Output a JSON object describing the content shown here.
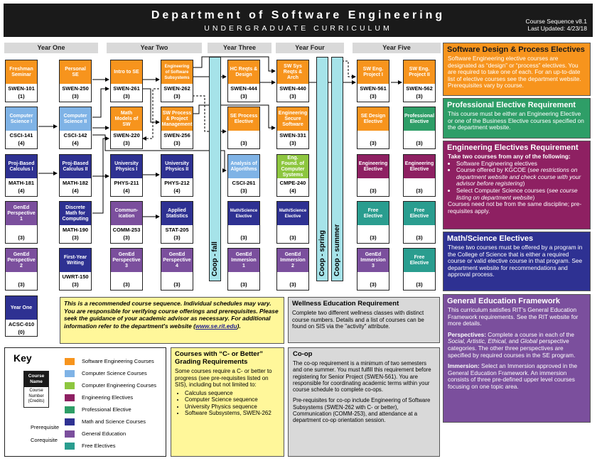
{
  "header": {
    "title": "Department of Software Engineering",
    "subtitle": "UNDERGRADUATE CURRICULUM",
    "sequence": "Course Sequence v8.1",
    "updated": "Last Updated: 4/23/18"
  },
  "years": [
    "Year One",
    "Year Two",
    "Year Three",
    "Year Four",
    "Year Five"
  ],
  "courses": {
    "c1": {
      "name": "Freshman Seminar",
      "num": "SWEN-101",
      "cred": "(1)"
    },
    "c2": {
      "name": "Computer Science I",
      "num": "CSCI-141",
      "cred": "(4)"
    },
    "c3": {
      "name": "Proj-Based Calculus I",
      "num": "MATH-181",
      "cred": "(4)"
    },
    "c4": {
      "name": "GenEd Perspective 1",
      "num": "",
      "cred": "(3)"
    },
    "c5": {
      "name": "GenEd Perspective 2",
      "num": "",
      "cred": "(3)"
    },
    "c6": {
      "name": "Year One",
      "num": "ACSC-010",
      "cred": "(0)"
    },
    "c7": {
      "name": "Personal SE",
      "num": "SWEN-250",
      "cred": "(3)"
    },
    "c8": {
      "name": "Computer Science II",
      "num": "CSCI-142",
      "cred": "(4)"
    },
    "c9": {
      "name": "Proj-Based Calculus II",
      "num": "MATH-182",
      "cred": "(4)"
    },
    "c10": {
      "name": "Discrete Math for Computing",
      "num": "MATH-190",
      "cred": "(3)"
    },
    "c11": {
      "name": "First-Year Writing",
      "num": "UWRT-150",
      "cred": "(3)"
    },
    "c12": {
      "name": "Intro to SE",
      "num": "SWEN-261",
      "cred": "(3)"
    },
    "c13": {
      "name": "Math Models of SW",
      "num": "SWEN-220",
      "cred": "(3)"
    },
    "c14": {
      "name": "University Physics I",
      "num": "PHYS-211",
      "cred": "(4)"
    },
    "c15": {
      "name": "Commun-ication",
      "num": "COMM-253",
      "cred": "(3)"
    },
    "c16": {
      "name": "GenEd Perspective 3",
      "num": "",
      "cred": "(3)"
    },
    "c17": {
      "name": "Engineering of Software Subsystems",
      "num": "SWEN-262",
      "cred": "(3)"
    },
    "c18": {
      "name": "SW Process & Project Management",
      "num": "SWEN-256",
      "cred": "(3)"
    },
    "c19": {
      "name": "University Physics II",
      "num": "PHYS-212",
      "cred": "(4)"
    },
    "c20": {
      "name": "Applied Statistics",
      "num": "STAT-205",
      "cred": "(3)"
    },
    "c21": {
      "name": "GenEd Perspective 4",
      "num": "",
      "cred": "(3)"
    },
    "c22": {
      "name": "HC Reqts & Design",
      "num": "SWEN-444",
      "cred": "(3)"
    },
    "c23": {
      "name": "SE Process Elective",
      "num": "",
      "cred": "(3)"
    },
    "c24": {
      "name": "Analysis of Algorithms",
      "num": "CSCI-261",
      "cred": "(3)"
    },
    "c25": {
      "name": "Math/Science Elective",
      "num": "",
      "cred": "(3)"
    },
    "c26": {
      "name": "GenEd Immersion 1",
      "num": "",
      "cred": "(3)"
    },
    "c27": {
      "name": "SW Sys Reqts & Arch",
      "num": "SWEN-440",
      "cred": "(3)"
    },
    "c28": {
      "name": "Engineering Secure Software",
      "num": "SWEN-331",
      "cred": "(3)"
    },
    "c29": {
      "name": "Eng. Found. of Computer Systems",
      "num": "CMPE-240",
      "cred": "(4)"
    },
    "c30": {
      "name": "Math/Science Elective",
      "num": "",
      "cred": "(3)"
    },
    "c31": {
      "name": "GenEd Immersion 2",
      "num": "",
      "cred": "(3)"
    },
    "c32": {
      "name": "SW Eng. Project I",
      "num": "SWEN-561",
      "cred": "(3)"
    },
    "c33": {
      "name": "SE Design Elective",
      "num": "",
      "cred": "(3)"
    },
    "c34": {
      "name": "Engineering Elective",
      "num": "",
      "cred": "(3)"
    },
    "c35": {
      "name": "Free Elective",
      "num": "",
      "cred": "(3)"
    },
    "c36": {
      "name": "GenEd Immersion 3",
      "num": "",
      "cred": "(3)"
    },
    "c37": {
      "name": "SW Eng. Project II",
      "num": "SWEN-562",
      "cred": "(3)"
    },
    "c38": {
      "name": "Professional Elective",
      "num": "",
      "cred": "(3)"
    },
    "c39": {
      "name": "Engineering Elective",
      "num": "",
      "cred": "(3)"
    },
    "c40": {
      "name": "Free Elective",
      "num": "",
      "cred": "(3)"
    },
    "c41": {
      "name": "Free Elective",
      "num": "",
      "cred": "(3)"
    }
  },
  "coop": {
    "fall": "Coop - fall",
    "spring": "Coop - spring",
    "summer": "Coop - summer"
  },
  "note": "This is a recommended course sequence.  Individual schedules may vary. You are responsible for verifying course offerings and prerequisites. Please seek the guidance of your academic advisor as necessary. For additional information refer to the department's website (",
  "note_link": "www.se.rit.edu",
  "note_end": ").",
  "wellness": {
    "title": "Wellness Education Requirement",
    "body": "Complete two different wellness classes with distinct course numbers.  Details and a list of courses can be found on SIS via the \"activity\" attribute."
  },
  "key": {
    "title": "Key",
    "course_name": "Course Name",
    "course_number": "Course Number (Credits)",
    "prerequisite": "Prerequisite",
    "corequisite": "Corequisite",
    "items": [
      {
        "label": "Software Engineering Courses",
        "color": "#f7941d"
      },
      {
        "label": "Computer Science Courses",
        "color": "#7fb3e6"
      },
      {
        "label": "Computer Engineering Courses",
        "color": "#8dc63f"
      },
      {
        "label": "Engineering Electives",
        "color": "#8e2062"
      },
      {
        "label": "Professional Elective",
        "color": "#2e9e67"
      },
      {
        "label": "Math and Science Courses",
        "color": "#2e3192"
      },
      {
        "label": "General Education",
        "color": "#7b4f9d"
      },
      {
        "label": "Free Electives",
        "color": "#2a9d8f"
      }
    ]
  },
  "grading": {
    "title": "Courses with “C- or Better” Grading Requirements",
    "body": "Some courses require a C- or better to progress (see pre-requisites listed on SIS), including but not limited to:",
    "items": [
      "Calculus sequence",
      "Computer Science sequence",
      "University Physics sequence",
      "Software Subsystems, SWEN-262"
    ]
  },
  "coopbox": {
    "title": "Co-op",
    "p1": "The co-op requirement is a minimum of two semesters and one summer. You must fulfill this requirement before registering for Senior Project (SWEN-561). You are responsible for coordinating academic terms within your course schedule to complete co-ops.",
    "p2": "Pre-requisites for co-op include Engineering of Software Subsystems (SWEN-262 with C- or better), Communication (COMM-253), and attendance at a department co-op orientation session."
  },
  "side": {
    "s1": {
      "title": "Software Design & Process Electives",
      "body": "Software Engineering elective courses are designated as “design” or “process” electives. You are required to take one of each. For an up-to-date list of elective courses see the department website. Prerequisites vary by course."
    },
    "s2": {
      "title": "Professional Elective Requirement",
      "body": "This course must be either an Engineering Elective or one of the Business Elective courses specified on the department website."
    },
    "s3": {
      "title": "Engineering Electives Requirement",
      "intro": "Take two courses from any of the following:",
      "b1": "Software Engineering electives",
      "b2a": "Course offered by KGCOE (",
      "b2b": "see restrictions on department website and check course with your advisor before registering",
      "b2c": ")",
      "b3a": "Select Computer Science courses (",
      "b3b": "see course listing on department website",
      "b3c": ")",
      "outro": "Courses need not be from the same discipline; pre-requisites apply."
    },
    "s4": {
      "title": "Math/Science Electives",
      "body": "These two courses must be offered by a program in the College of Science that is either a required course or valid elective course in that program. See department website for recommendations and approval process."
    },
    "s5": {
      "title": "General Education Framework",
      "body": "This curriculum satisfies RIT’s General Education Framework requirements. See the RIT website for more details.",
      "p_label": "Perspectives:",
      "p_a": " Complete a course in each of the ",
      "p_b": "Social, Artistic, Ethical,",
      "p_c": " and ",
      "p_d": "Global",
      "p_e": " perspective categories. The other three perspectives are specified by required courses in the SE program.",
      "i_label": "Immersion:",
      "i_body": " Select an Immersion approved in the General Education Framework. An immersion consists of three pre-defined upper level courses focusing on one topic area."
    }
  }
}
